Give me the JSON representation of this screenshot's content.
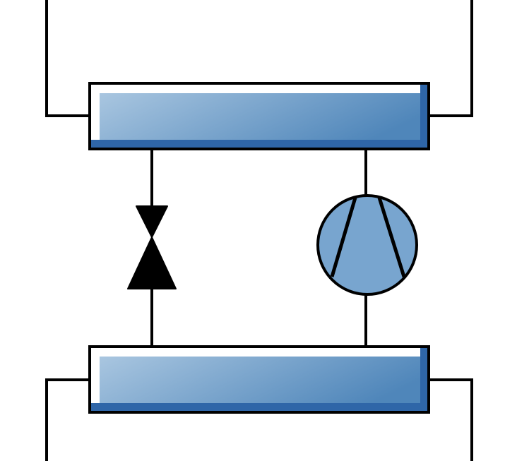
{
  "diagram": {
    "type": "refrigeration-cycle-schematic",
    "components": [
      {
        "name": "upper-heat-exchanger",
        "label": ""
      },
      {
        "name": "lower-heat-exchanger",
        "label": ""
      },
      {
        "name": "expansion-valve",
        "label": ""
      },
      {
        "name": "compressor",
        "label": ""
      }
    ]
  },
  "colors": {
    "line": "#000000",
    "exchanger_fill_light": "#a9c6e0",
    "exchanger_fill_dark": "#4f86ba",
    "exchanger_edge": "#2f66a8",
    "compressor_fill": "#78a5cf",
    "background": "#ffffff"
  },
  "icons": {
    "valve": "valve-icon",
    "compressor": "compressor-icon"
  }
}
